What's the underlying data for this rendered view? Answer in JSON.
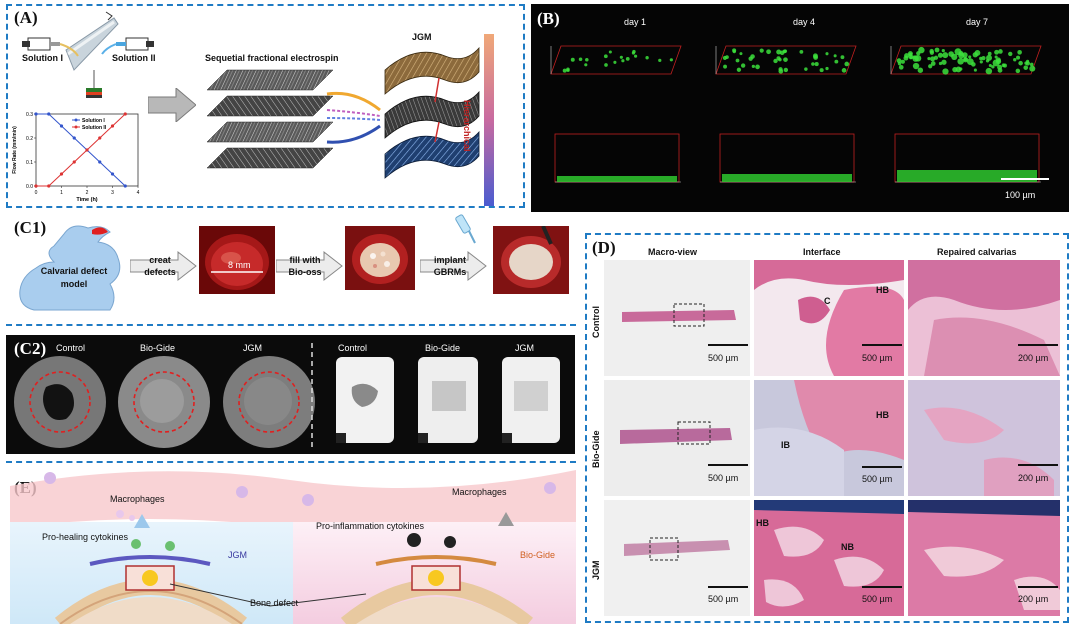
{
  "panelA": {
    "label": "(A)",
    "solution1": "Solution I",
    "solution2": "Solution II",
    "process": "Sequetial fractional electrospin",
    "jgm": "JGM",
    "hier": "Hierarchical",
    "plot": {
      "ylabel": "Flow Rate (mm/min)",
      "xlabel": "Time (h)",
      "legend1": "Solution I",
      "legend2": "Solution II",
      "xticks": [
        "0",
        "1",
        "2",
        "3",
        "4"
      ],
      "yticks": [
        "0.0",
        "0.1",
        "0.2",
        "0.3"
      ]
    }
  },
  "chart_data": {
    "type": "line",
    "xlabel": "Time (h)",
    "ylabel": "Flow Rate (mm/min)",
    "xlim": [
      0,
      4
    ],
    "ylim": [
      0,
      0.3
    ],
    "x": [
      0,
      0.5,
      1,
      1.5,
      2,
      2.5,
      3,
      3.5
    ],
    "series": [
      {
        "name": "Solution I",
        "color": "#3355cc",
        "values": [
          0.3,
          0.3,
          0.25,
          0.2,
          0.15,
          0.1,
          0.05,
          0.0
        ]
      },
      {
        "name": "Solution II",
        "color": "#dd3333",
        "values": [
          0.0,
          0.0,
          0.05,
          0.1,
          0.15,
          0.2,
          0.25,
          0.3
        ]
      }
    ]
  },
  "panelB": {
    "label": "(B)",
    "day1": "day 1",
    "day4": "day 4",
    "day7": "day 7",
    "scale": "100 µm"
  },
  "panelC1": {
    "label": "(C1)",
    "model": "Calvarial defect model",
    "step1": "creat defects",
    "dim": "8 mm",
    "step2": "fill with Bio-oss",
    "step3": "implant GBRMs"
  },
  "panelC2": {
    "label": "(C2)",
    "cols": [
      "Control",
      "Bio-Gide",
      "JGM",
      "Control",
      "Bio-Gide",
      "JGM"
    ]
  },
  "panelD": {
    "label": "(D)",
    "cols": [
      "Macro-view",
      "Interface",
      "Repaired calvarias"
    ],
    "rows": [
      "Control",
      "Bio-Gide",
      "JGM"
    ],
    "scale500": "500 µm",
    "scale200": "200 µm",
    "ann": {
      "c": "C",
      "hb": "HB",
      "ib": "IB",
      "nb": "NB"
    }
  },
  "panelE": {
    "label": "(E)",
    "macrophages": "Macrophages",
    "prohealing": "Pro-healing cytokines",
    "jgm": "JGM",
    "proinflam": "Pro-inflammation cytokines",
    "biogide": "Bio-Gide",
    "defect": "Bone defect"
  }
}
